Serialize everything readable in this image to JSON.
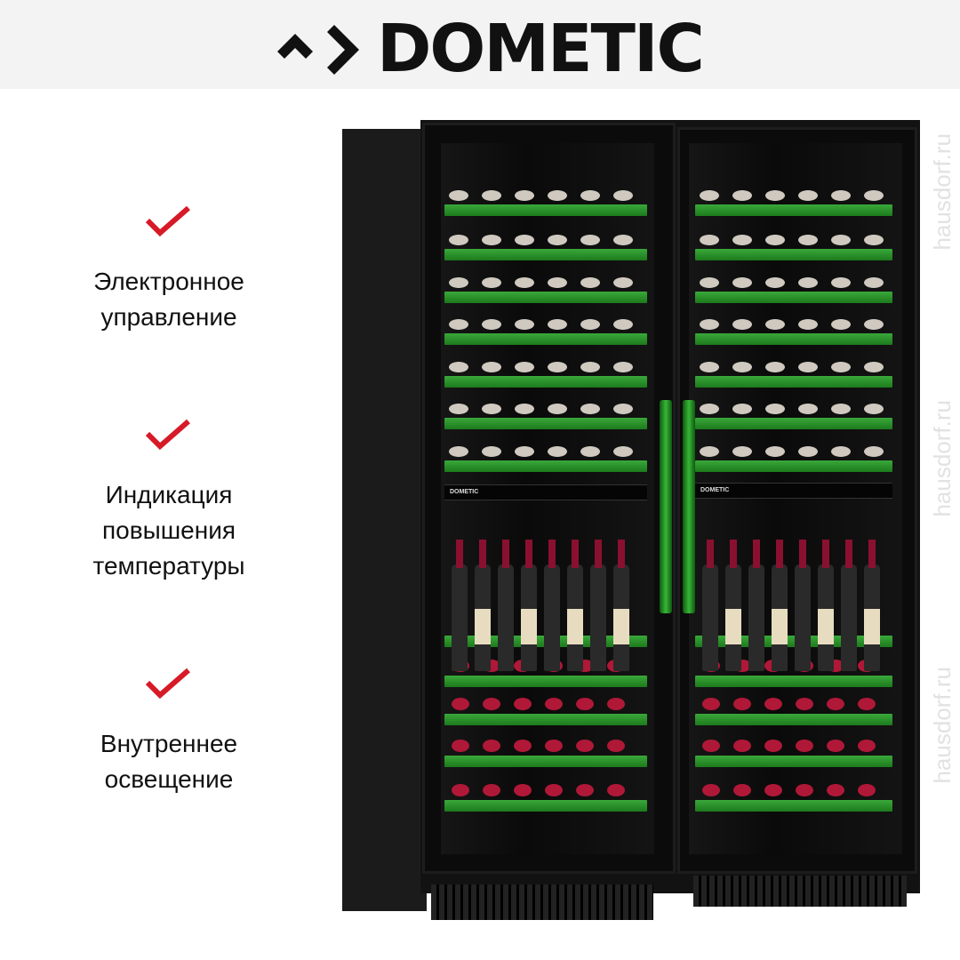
{
  "brand": {
    "name": "DOMETIC"
  },
  "features": [
    {
      "line1": "Электронное",
      "line2": "управление",
      "icon": "checkmark-icon"
    },
    {
      "line1": "Индикация",
      "line2": "повышения",
      "line3": "температуры",
      "icon": "checkmark-icon"
    },
    {
      "line1": "Внутреннее",
      "line2": "освещение",
      "icon": "checkmark-icon"
    }
  ],
  "product": {
    "panel_brand": "DOMETIC"
  },
  "watermark": "hausdorf.ru",
  "colors": {
    "check": "#d71a28",
    "shelf": "#2e9a2e",
    "header_bg": "#f3f3f3"
  }
}
